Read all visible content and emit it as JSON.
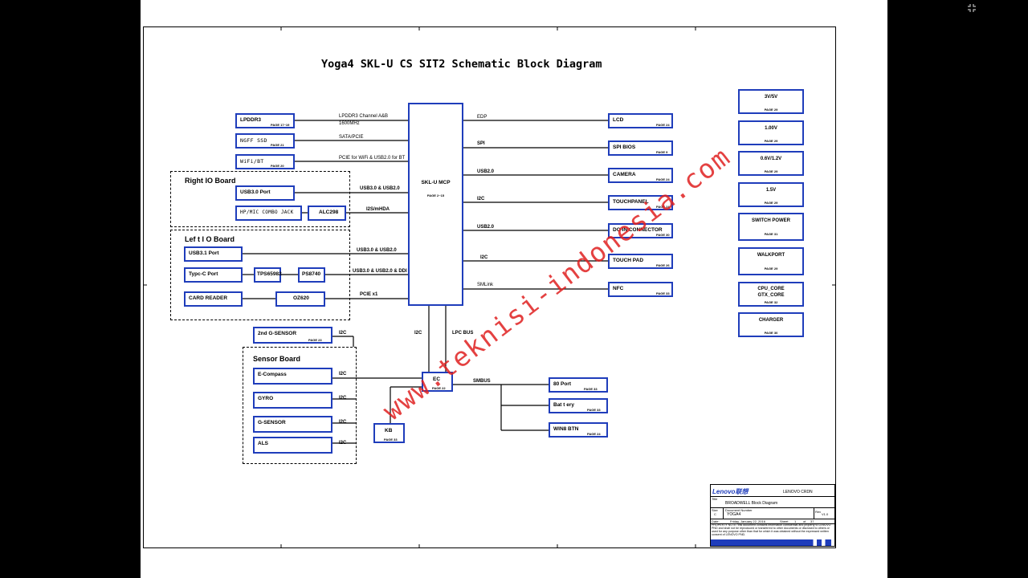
{
  "title": "Yoga4 SKL-U CS SIT2 Schematic Block Diagram",
  "mcp": {
    "label": "SKL-U MCP",
    "page": "PAGE 2~15"
  },
  "left_blocks": {
    "lpddr3": {
      "label": "LPDDR3",
      "page": "PAGE 17~19"
    },
    "ngff": {
      "label": "NGFF SSD",
      "page": "PAGE 21"
    },
    "wifi": {
      "label": "WiFi/BT",
      "page": "PAGE 20"
    },
    "usb30": {
      "label": "USB3.0 Port"
    },
    "hpmic": {
      "label": "HP/MIC COMBO JACK"
    },
    "alc298": {
      "label": "ALC298"
    },
    "usb31": {
      "label": "USB3.1 Port"
    },
    "typec": {
      "label": "Typc-C Port"
    },
    "tps": {
      "label": "TPS65982"
    },
    "ps8740": {
      "label": "PS8740"
    },
    "card": {
      "label": "CARD READER"
    },
    "oz620": {
      "label": "OZ620"
    },
    "gsensor2": {
      "label": "2nd G-SENSOR",
      "page": "PAGE 23"
    },
    "ecompass": {
      "label": "E-Compass"
    },
    "gyro": {
      "label": "GYRO"
    },
    "gsensor": {
      "label": "G-SENSOR"
    },
    "als": {
      "label": "ALS"
    },
    "kb": {
      "label": "KB",
      "page": "PAGE 33"
    },
    "ec": {
      "label": "EC",
      "page": "PAGE 22"
    }
  },
  "groups": {
    "right_io": "Right IO Board",
    "left_io": "Lef t I O Board",
    "sensor": "Sensor Board"
  },
  "buses": {
    "lpddr3_a": "LPDDR3 Channel A&B",
    "lpddr3_b": "1600MHz",
    "sata": "SATA/PCIE",
    "pcie_wifi": "PCIE for WiFi & USB2.0 for BT",
    "usb_right": "USB3.0 & USB2.0",
    "i2s": "I2S/mHDA",
    "usb_left1": "USB3.0 & USB2.0",
    "usb_left2": "USB3.0 & USB2.0 & DDI",
    "pcie_x1": "PCIE x1",
    "i2c_mcp": "I2C",
    "lpc": "LPC BUS",
    "smbus": "SMBUS",
    "i2c_s0": "I2C",
    "i2c_s1": "I2C",
    "i2c_s2": "I2C",
    "i2c_s3": "I2C",
    "i2c_s4": "I2C",
    "edp": "EDP",
    "spi": "SPI",
    "usb20_cam": "USB2.0",
    "i2c_touch": "I2C",
    "usb20_dc": "USB2.0",
    "i2c_pad": "I2C",
    "smlink": "SMLink"
  },
  "right_blocks": [
    {
      "label": "LCD",
      "page": "PAGE 24"
    },
    {
      "label": "SPI BIOS",
      "page": "PAGE 9"
    },
    {
      "label": "CAMERA",
      "page": "PAGE 24"
    },
    {
      "label": "TOUCHPANEL",
      "page": "PAGE 24"
    },
    {
      "label": "DC-IN CONNECTOR",
      "page": "PAGE 30"
    },
    {
      "label": "TOUCH PAD",
      "page": "PAGE 26"
    },
    {
      "label": "NFC",
      "page": "PAGE 33"
    }
  ],
  "smbus_blocks": [
    {
      "label": "80 Port",
      "page": "PAGE 33"
    },
    {
      "label": "Bat t ery",
      "page": "PAGE 33"
    },
    {
      "label": "WIN8 BTN",
      "page": "PAGE 24"
    }
  ],
  "power_blocks": [
    {
      "label": "3V/5V",
      "page": "PAGE 29"
    },
    {
      "label": "1.00V",
      "page": "PAGE 29"
    },
    {
      "label": "0.6V/1.2V",
      "page": "PAGE 29"
    },
    {
      "label": "1.5V",
      "page": "PAGE 29"
    },
    {
      "label": "SWITCH POWER",
      "page": "PAGE 31"
    },
    {
      "label": "WALKPORT",
      "page": "PAGE 29"
    },
    {
      "label": "CPU_CORE",
      "label2": "GTX_CORE",
      "page": "PAGE 32"
    },
    {
      "label": "CHARGER",
      "page": "PAGE 30"
    }
  ],
  "title_block": {
    "brand": "Lenovo联想",
    "company": "LENOVO CRDN",
    "title_caption": "Title",
    "doc_title": "BROADWELL Block Diagram",
    "size_caption": "Size",
    "size": "C",
    "docnum_caption": "Document Number",
    "docnum": "YOGA4",
    "rev_caption": "Rev",
    "rev": "V1.0",
    "date_caption": "Date:",
    "date": "Friday, January 22, 2016",
    "sheet_caption": "Sheet",
    "sheet": "1",
    "of_caption": "of",
    "of": "37",
    "notice": "PROPERTY NOTE: this document contains information confidential and property to LENOVO PND and shall not be reproduced or transferred to other documents or disclosed to others or used for any purpose other than that for which it was obtained without the expressed written consent of LENOVO PND."
  },
  "watermark": "www.teknisi-indonesia.com",
  "colors": {
    "block_border": "#1f3dbb",
    "watermark": "#e02020",
    "titleblock_blue": "#1f3dbb"
  }
}
